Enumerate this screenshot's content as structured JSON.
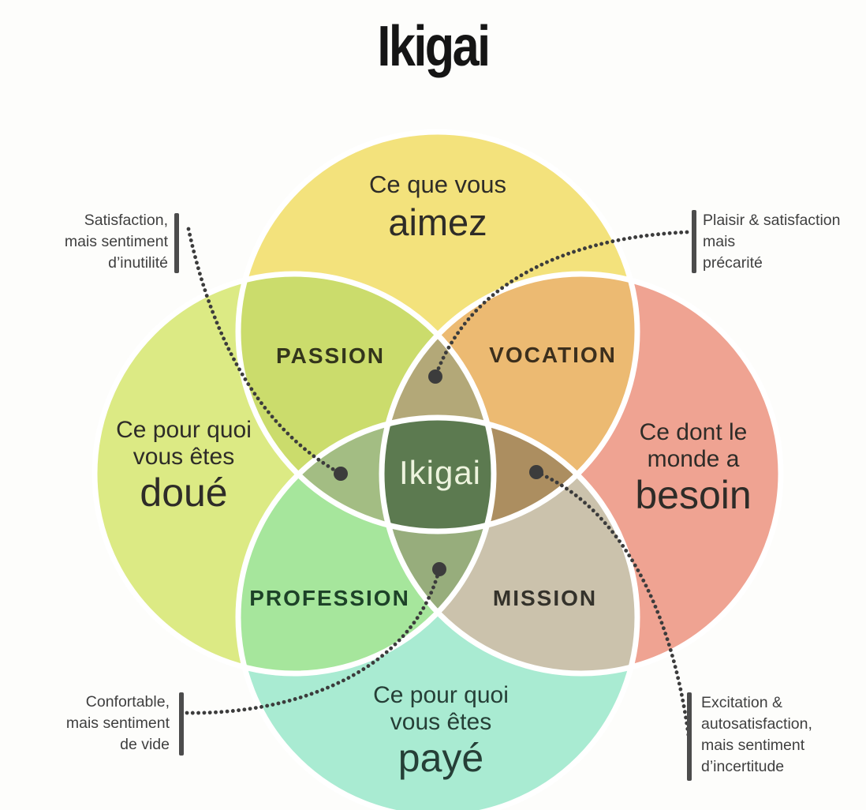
{
  "title": "Ikigai",
  "circles": {
    "love": {
      "lines": [
        "Ce que vous",
        "aimez"
      ]
    },
    "good": {
      "lines": [
        "Ce pour quoi",
        "vous êtes",
        "doué"
      ]
    },
    "need": {
      "lines": [
        "Ce dont le",
        "monde a",
        "besoin"
      ]
    },
    "paid": {
      "lines": [
        "Ce pour quoi",
        "vous êtes",
        "payé"
      ]
    }
  },
  "zones": {
    "passion": "PASSION",
    "vocation": "VOCATION",
    "profession": "PROFESSION",
    "mission": "MISSION",
    "center": "Ikigai"
  },
  "annotations": {
    "top_left": {
      "lines": [
        "Satisfaction,",
        "mais sentiment",
        "d’inutilité"
      ]
    },
    "top_right": {
      "lines": [
        "Plaisir & satisfaction",
        "mais",
        "précarité"
      ]
    },
    "bottom_left": {
      "lines": [
        "Confortable,",
        "mais sentiment",
        "de vide"
      ]
    },
    "bottom_right": {
      "lines": [
        "Excitation &",
        "autosatisfaction,",
        "mais sentiment",
        "d’incertitude"
      ]
    }
  },
  "colors": {
    "love_circle": "#f3e27c",
    "good_circle": "#dcea84",
    "need_circle": "#efa392",
    "paid_circle": "#a9ebd2",
    "passion_zone": "#cbdc6c",
    "vocation_zone": "#ecba72",
    "profession_zone": "#a6e69c",
    "mission_zone": "#cbc2ac",
    "love_good_need_zone": "#b3a878",
    "love_good_paid_zone": "#a3bd83",
    "love_need_paid_zone": "#ac8e60",
    "good_need_paid_zone": "#97ad7c",
    "ikigai_center": "#5c7a50",
    "connector": "#3c3c3c",
    "annotation_bar": "#4c4c4c"
  }
}
